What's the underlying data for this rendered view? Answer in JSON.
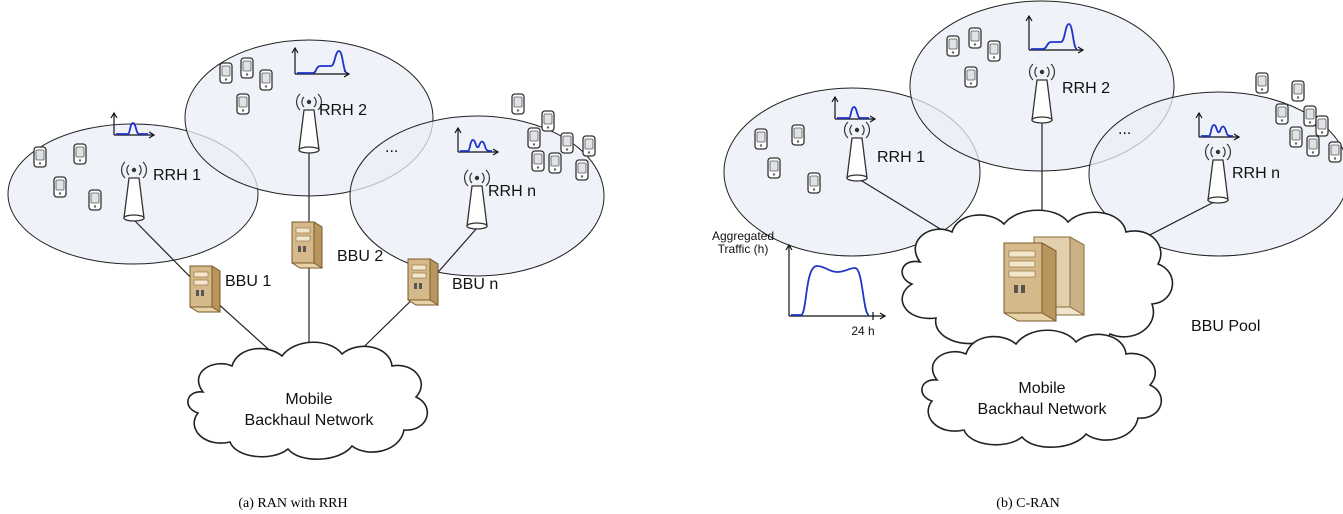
{
  "panel_a": {
    "rrh": [
      "RRH 1",
      "RRH 2",
      "RRH n"
    ],
    "bbu": [
      "BBU 1",
      "BBU 2",
      "BBU n"
    ],
    "ellipsis": "...",
    "cloud_line1": "Mobile",
    "cloud_line2": "Backhaul Network",
    "caption": "(a) RAN with RRH"
  },
  "panel_b": {
    "rrh": [
      "RRH 1",
      "RRH 2",
      "RRH n"
    ],
    "ellipsis": "...",
    "pool_label": "BBU Pool",
    "traffic_label_line1": "Aggregated",
    "traffic_label_line2": "Traffic (h)",
    "traffic_x_label": "24 h",
    "cloud_line1": "Mobile",
    "cloud_line2": "Backhaul Network",
    "caption": "(b) C-RAN"
  },
  "colors": {
    "cell_fill": "#e9eef5",
    "traffic_curve": "#1f35c9",
    "server_body": "#d6b98a"
  }
}
